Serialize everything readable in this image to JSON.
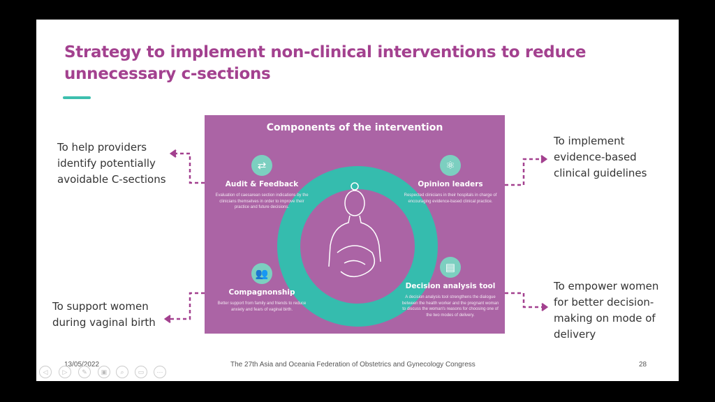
{
  "title": "Strategy to implement non-clinical interventions to reduce unnecessary c-sections",
  "diagram": {
    "title": "Components of the intervention",
    "components": [
      {
        "name": "Audit & Feedback",
        "icon": "repeat-icon",
        "desc": "Evaluation of caesarean section indications by the clinicians themselves in order to improve their practice and future decisions."
      },
      {
        "name": "Opinion leaders",
        "icon": "atom-icon",
        "desc": "Respected clinicians in their hospitals in charge of encouraging evidence-based clinical practice."
      },
      {
        "name": "Compagnonship",
        "icon": "people-icon",
        "desc": "Better support from family and friends to reduce anxiety and fears of vaginal birth."
      },
      {
        "name": "Decision analysis tool",
        "icon": "book-icon",
        "desc": "A decision analysis tool strengthens the dialogue between the health worker and the pregnant woman to discuss the woman's reasons for choosing one of the two modes of delivery."
      }
    ]
  },
  "goals": {
    "top_left": "To help providers identify potentially avoidable C-sections",
    "top_right": "To implement evidence-based clinical guidelines",
    "bottom_left": "To support women during vaginal birth",
    "bottom_right": "To empower women for better decision-making on mode of delivery"
  },
  "footer": {
    "date": "13/05/2022",
    "conference": "The 27th Asia and Oceania Federation of Obstetrics and Gynecology Congress",
    "page": "28"
  },
  "colors": {
    "title": "#a3418f",
    "box": "#ab64a5",
    "teal": "#35bcae"
  }
}
